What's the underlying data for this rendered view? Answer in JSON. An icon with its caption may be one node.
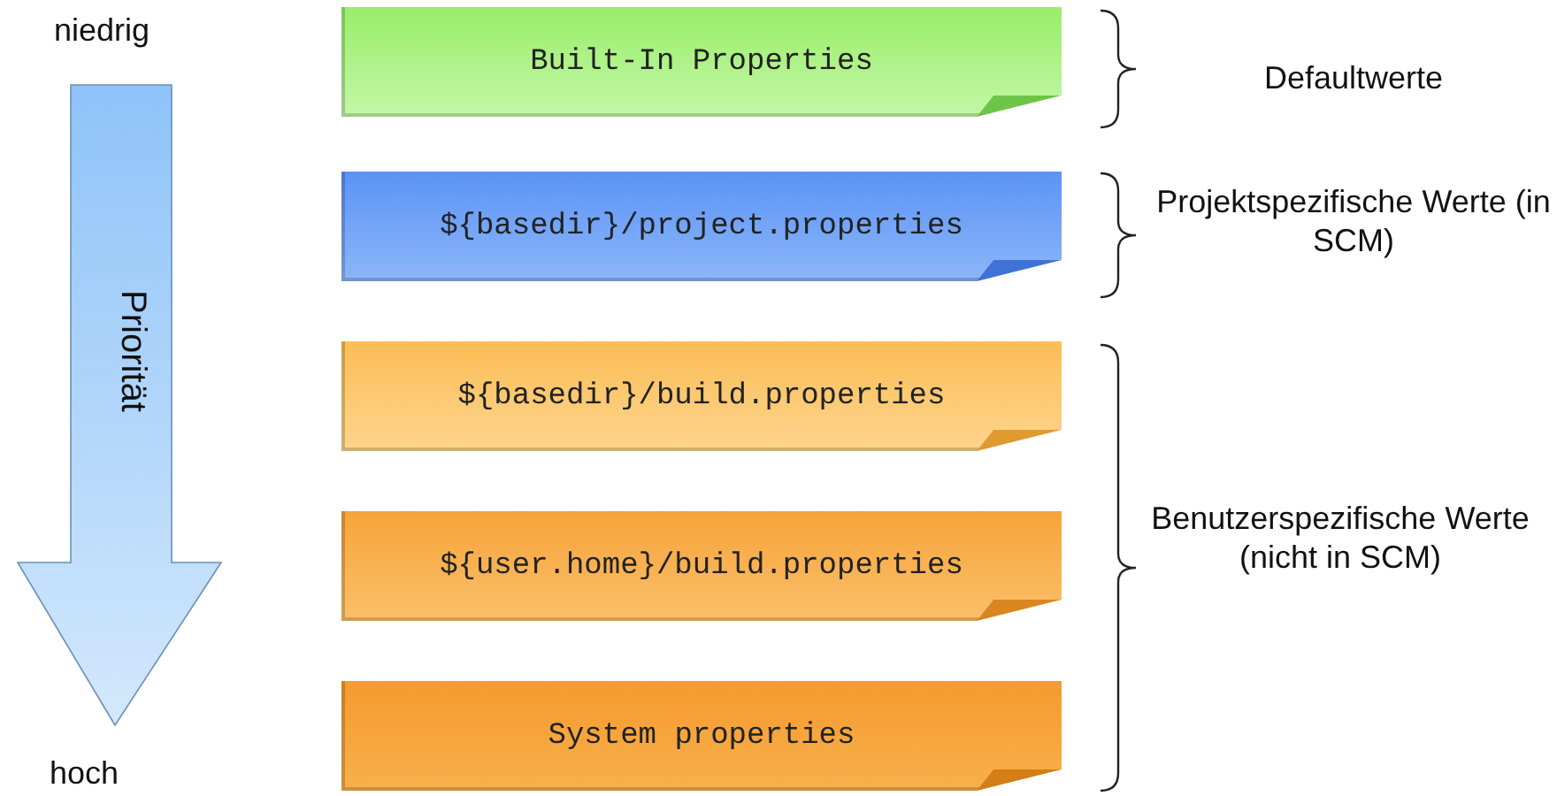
{
  "diagram": {
    "nodes": [
      {
        "text": [
          "Built-In Properties"
        ]
      },
      {
        "text": [
          "${basedir}/project.properties"
        ]
      },
      {
        "text": [
          "${basedir}/build.properties"
        ]
      },
      {
        "text": [
          "${user.home}/build.properties"
        ]
      },
      {
        "text": [
          "System properties"
        ]
      }
    ],
    "labels": [
      "niedrig",
      "Priorität",
      "hoch",
      "Defaultwerte",
      "Projektspezifische Werte (in SCM)",
      "Benutzerspezifische Werte (nicht in SCM)"
    ]
  }
}
